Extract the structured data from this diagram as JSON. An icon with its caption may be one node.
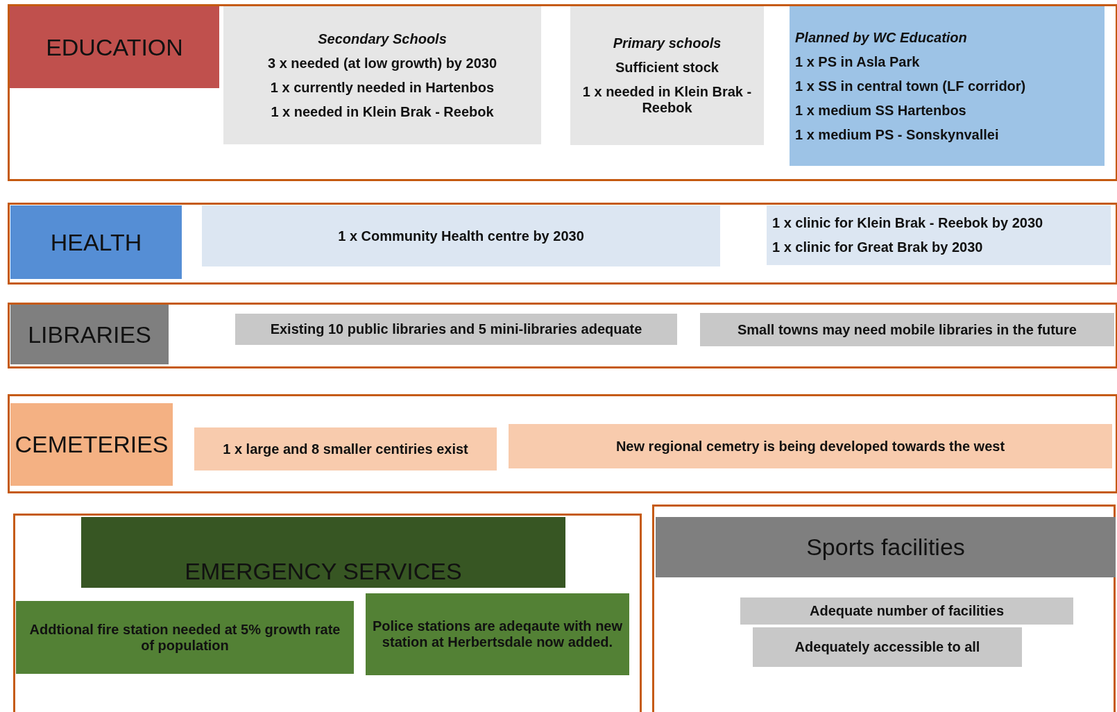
{
  "diagram": {
    "nodes": [
      {
        "text": [],
        "shape": "box"
      },
      {
        "text": [
          "EDUCATION"
        ],
        "in": 0
      },
      {
        "text": [
          "Secondary Schools",
          "3 x needed (at low growth) by 2030",
          "1 x currently needed in Hartenbos",
          "1 x needed in Klein Brak - Reebok"
        ],
        "in": 0
      },
      {
        "text": [
          "Primary schools",
          "Sufficient stock",
          "1 x needed in Klein Brak - Reebok"
        ],
        "in": 0
      },
      {
        "text": [
          "Planned by WC Education",
          "1 x PS in Asla Park",
          "1 x SS in central town (LF corridor)",
          "1 x medium SS Hartenbos",
          "1 x medium PS - Sonskynvallei"
        ],
        "in": 0
      },
      {
        "text": [],
        "shape": "box"
      },
      {
        "text": [
          "HEALTH"
        ],
        "in": 5
      },
      {
        "text": [
          "1 x Community Health centre by 2030"
        ],
        "in": 5
      },
      {
        "text": [
          "1 x clinic for Klein Brak - Reebok by 2030",
          "1 x clinic for Great Brak by 2030"
        ],
        "in": 5
      },
      {
        "text": [],
        "shape": "box"
      },
      {
        "text": [
          "LIBRARIES"
        ],
        "in": 9
      },
      {
        "text": [
          "Existing 10 public libraries and 5 mini-libraries adequate"
        ],
        "in": 9
      },
      {
        "text": [
          "Small towns may need mobile libraries in the future"
        ],
        "in": 9
      },
      {
        "text": [],
        "shape": "box"
      },
      {
        "text": [
          "CEMETERIES"
        ],
        "in": 13
      },
      {
        "text": [
          "1 x large and 8 smaller centiries exist"
        ],
        "in": 13
      },
      {
        "text": [
          "New regional cemetry is being developed towards the west"
        ],
        "in": 13
      },
      {
        "text": [],
        "shape": "box"
      },
      {
        "text": [
          "EMERGENCY SERVICES"
        ],
        "in": 17
      },
      {
        "text": [
          "Addtional fire station needed at 5% growth rate of population"
        ],
        "in": 17
      },
      {
        "text": [
          "Police stations are adeqaute with new station at Herbertsdale now added."
        ],
        "in": 17
      },
      {
        "text": [],
        "shape": "box"
      },
      {
        "text": [
          "Sports facilities"
        ],
        "in": 21
      },
      {
        "text": [
          "Adequate number of facilities"
        ],
        "in": 21
      },
      {
        "text": [
          "Adequately accessible to all"
        ],
        "in": 21
      }
    ]
  }
}
